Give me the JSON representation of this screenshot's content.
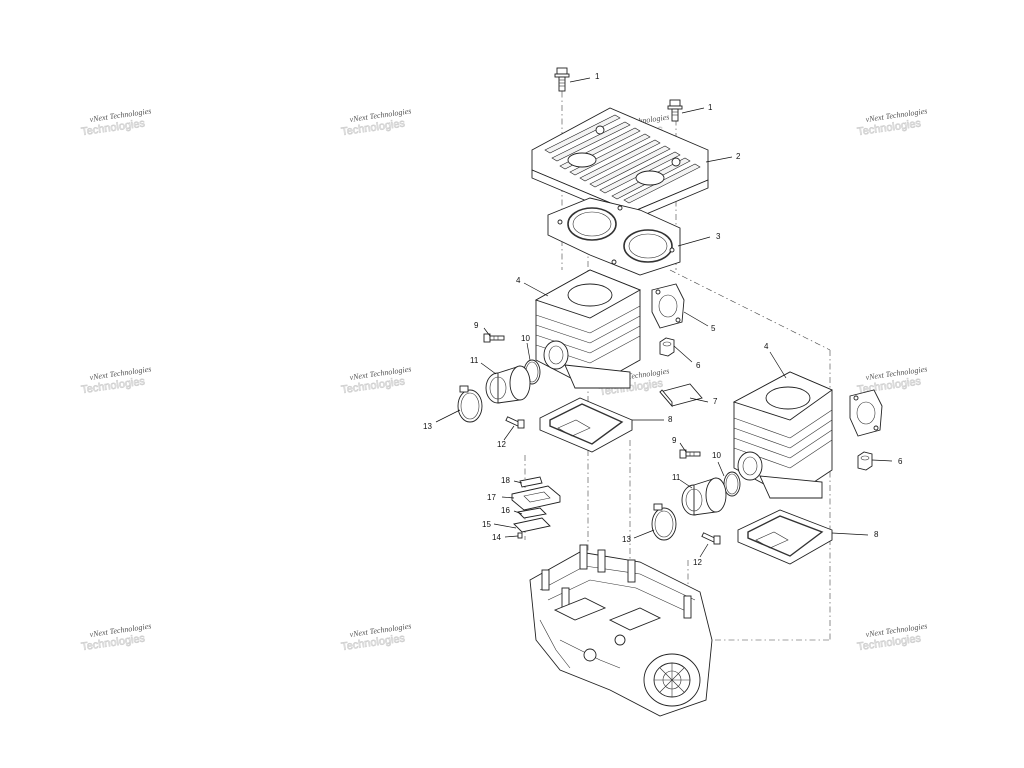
{
  "watermark": {
    "text": "vNext Technologies"
  },
  "callouts": [
    {
      "id": "c1a",
      "label": "1"
    },
    {
      "id": "c1b",
      "label": "1"
    },
    {
      "id": "c2",
      "label": "2"
    },
    {
      "id": "c3",
      "label": "3"
    },
    {
      "id": "c4a",
      "label": "4"
    },
    {
      "id": "c5",
      "label": "5"
    },
    {
      "id": "c9a",
      "label": "9"
    },
    {
      "id": "c10a",
      "label": "10"
    },
    {
      "id": "c6a",
      "label": "6"
    },
    {
      "id": "c11a",
      "label": "11"
    },
    {
      "id": "c7",
      "label": "7"
    },
    {
      "id": "c13a",
      "label": "13"
    },
    {
      "id": "c12a",
      "label": "12"
    },
    {
      "id": "c8a",
      "label": "8"
    },
    {
      "id": "c4b",
      "label": "4"
    },
    {
      "id": "c6b",
      "label": "6"
    },
    {
      "id": "c9b",
      "label": "9"
    },
    {
      "id": "c10b",
      "label": "10"
    },
    {
      "id": "c11b",
      "label": "11"
    },
    {
      "id": "c18",
      "label": "18"
    },
    {
      "id": "c17",
      "label": "17"
    },
    {
      "id": "c16",
      "label": "16"
    },
    {
      "id": "c15",
      "label": "15"
    },
    {
      "id": "c14",
      "label": "14"
    },
    {
      "id": "c13b",
      "label": "13"
    },
    {
      "id": "c12b",
      "label": "12"
    },
    {
      "id": "c8b",
      "label": "8"
    }
  ]
}
